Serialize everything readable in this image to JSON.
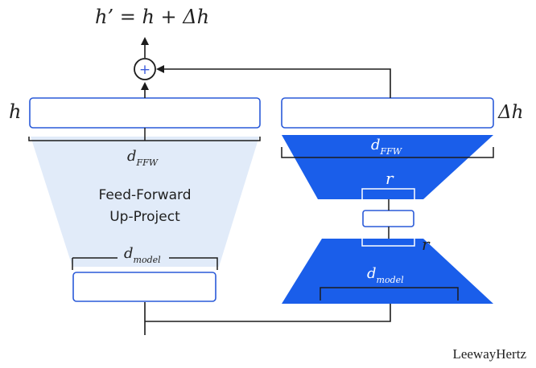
{
  "equation": {
    "lhs": "h’ = h +",
    "delta": "Δh"
  },
  "add_symbol": "+",
  "left": {
    "input_label": "h",
    "ffw_main": "d",
    "ffw_sub": "FFW",
    "model_main": "d",
    "model_sub": "model",
    "block_title_line1": "Feed-Forward",
    "block_title_line2": "Up-Project"
  },
  "right": {
    "output_label": "Δh",
    "ffw_main": "d",
    "ffw_sub": "FFW",
    "rank_top": "r",
    "rank_bottom": "r",
    "model_main": "d",
    "model_sub": "model"
  },
  "watermark": "LeewayHertz",
  "colors": {
    "light_trapezoid": "#e1ebf9",
    "dark_trapezoid": "#1a5eea",
    "box_border": "#2a5ad8",
    "line": "#1c1c1c",
    "add_circle": "#3b5bdb"
  }
}
